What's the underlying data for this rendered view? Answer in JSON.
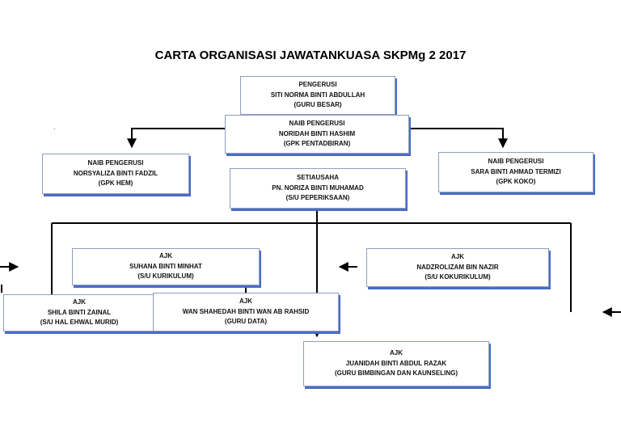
{
  "title": "CARTA ORGANISASI JAWATANKUASA SKPMg 2 2017",
  "stray_mark": "`",
  "nodes": {
    "pengerusi": {
      "role": "PENGERUSI",
      "name": "SITI NORMA BINTI ABDULLAH",
      "post": "(GURU BESAR)"
    },
    "naib_tengah": {
      "role": "NAIB PENGERUSI",
      "name": "NORIDAH BINTI HASHIM",
      "post": "(GPK PENTADBIRAN)"
    },
    "naib_kiri": {
      "role": "NAIB PENGERUSI",
      "name": "NORSYALIZA BINTI FADZIL",
      "post": "(GPK HEM)"
    },
    "naib_kanan": {
      "role": "NAIB PENGERUSI",
      "name": "SARA BINTI  AHMAD TERMIZI",
      "post": "(GPK KOKO)"
    },
    "setiausaha": {
      "role": "SETIAUSAHA",
      "name": "PN. NORIZA BINTI MUHAMAD",
      "post": "(S/U PEPERIKSAAN)"
    },
    "ajk_suhana": {
      "role": "AJK",
      "name": "SUHANA BINTI MINHAT",
      "post": "(S/U KURIKULUM)"
    },
    "ajk_nadzrolizam": {
      "role": "AJK",
      "name": "NADZROLIZAM BIN NAZIR",
      "post": "(S/U KOKURIKULUM)"
    },
    "ajk_shila": {
      "role": "AJK",
      "name": "SHILA BINTI ZAINAL",
      "post": "(S/U HAL EHWAL MURID)"
    },
    "ajk_wan": {
      "role": "AJK",
      "name": "WAN SHAHEDAH BINTI WAN AB RAHSID",
      "post": "(GURU DATA)"
    },
    "ajk_juanidah": {
      "role": "AJK",
      "name": "JUANIDAH BINTI ABDUL RAZAK",
      "post": "(GURU BIMBINGAN DAN KAUNSELING)"
    }
  }
}
